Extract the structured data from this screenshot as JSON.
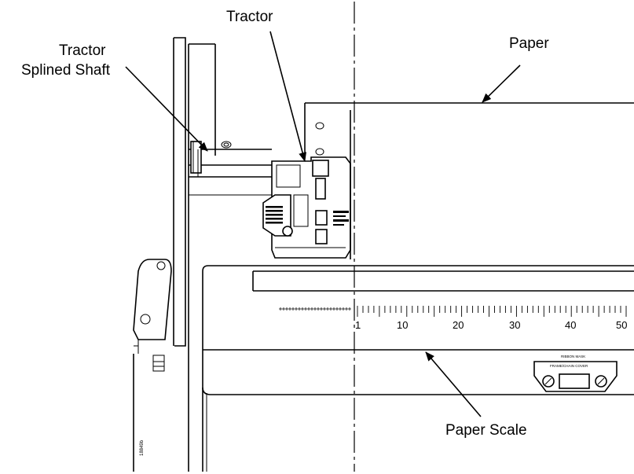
{
  "callouts": {
    "tractor": "Tractor",
    "splined_shaft_line1": "Tractor",
    "splined_shaft_line2": "Splined Shaft",
    "paper": "Paper",
    "paper_scale": "Paper Scale"
  },
  "scale": {
    "numbers": [
      "1",
      "10",
      "20",
      "30",
      "40",
      "50"
    ]
  },
  "cover_label": {
    "line1": "RIBBON MASK",
    "line2": "FRAME/CHAIN COVER"
  },
  "figure_id": "18849b"
}
